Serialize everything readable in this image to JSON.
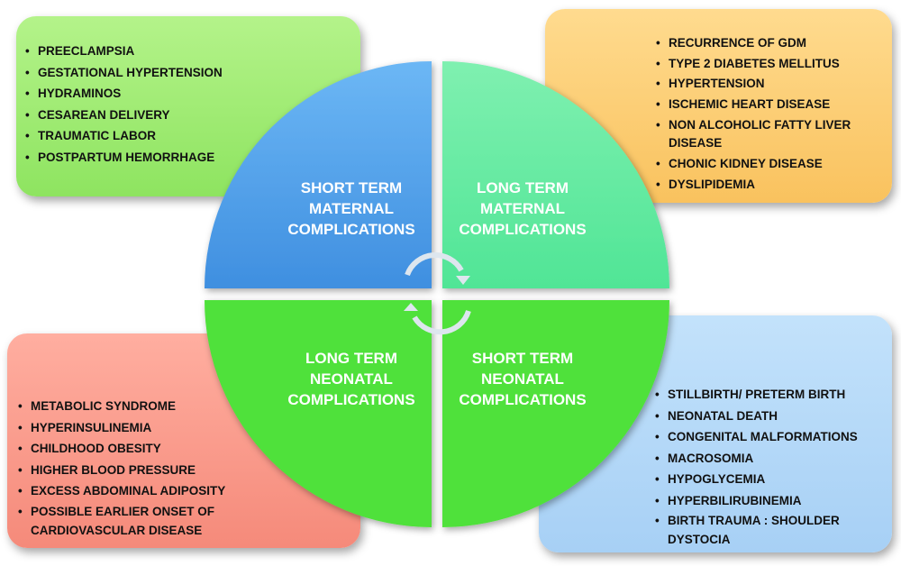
{
  "quadrants": {
    "short_maternal": {
      "title": [
        "SHORT TERM",
        "MATERNAL",
        "COMPLICATIONS"
      ],
      "color": "#4a9ae8",
      "items": [
        "PREECLAMPSIA",
        "GESTATIONAL HYPERTENSION",
        "HYDRAMINOS",
        "CESAREAN DELIVERY",
        "TRAUMATIC LABOR",
        "POSTPARTUM HEMORRHAGE"
      ]
    },
    "long_maternal": {
      "title": [
        "LONG TERM",
        "MATERNAL",
        "COMPLICATIONS"
      ],
      "color": "#5ee79c",
      "items": [
        "RECURRENCE OF GDM",
        "TYPE 2 DIABETES MELLITUS",
        "HYPERTENSION",
        "ISCHEMIC HEART DISEASE",
        "NON ALCOHOLIC FATTY LIVER DISEASE",
        "CHONIC KIDNEY DISEASE",
        "DYSLIPIDEMIA"
      ]
    },
    "long_neonatal": {
      "title": [
        "LONG TERM",
        "NEONATAL",
        "COMPLICATIONS"
      ],
      "color": "#4fe13a",
      "items": [
        "METABOLIC SYNDROME",
        "HYPERINSULINEMIA",
        "CHILDHOOD OBESITY",
        "HIGHER BLOOD PRESSURE",
        "EXCESS ABDOMINAL ADIPOSITY",
        "POSSIBLE EARLIER ONSET OF CARDIOVASCULAR DISEASE"
      ]
    },
    "short_neonatal": {
      "title": [
        "SHORT TERM",
        "NEONATAL",
        "COMPLICATIONS"
      ],
      "color": "#4fe13a",
      "items": [
        "STILLBIRTH/ PRETERM BIRTH",
        "NEONATAL DEATH",
        "CONGENITAL MALFORMATIONS",
        "MACROSOMIA",
        "HYPOGLYCEMIA",
        "HYPERBILIRUBINEMIA",
        "BIRTH TRAUMA : SHOULDER DYSTOCIA"
      ]
    }
  }
}
